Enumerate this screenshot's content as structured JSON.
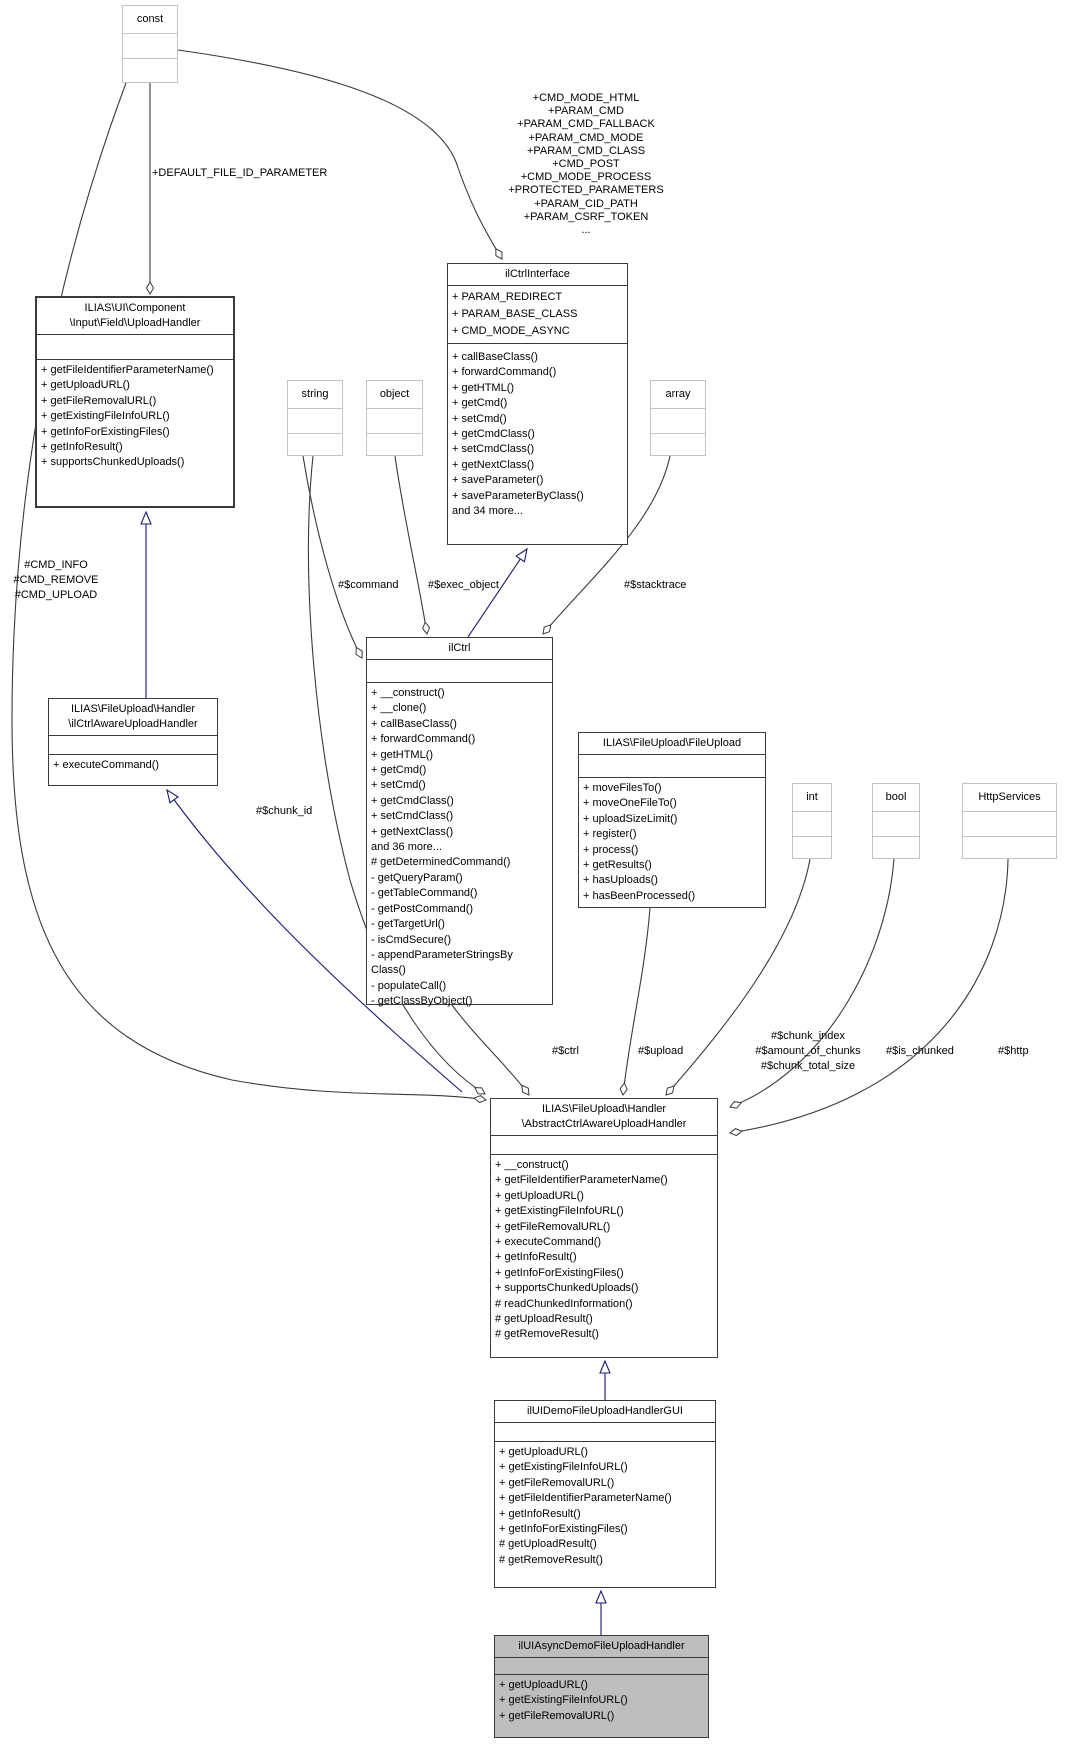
{
  "colors": {
    "association_edge": "#3a3a3a",
    "inheritance_edge": "#191970",
    "highlight_fill": "#bebebe"
  },
  "boxes": {
    "const_type": {
      "title": "const"
    },
    "string_type": {
      "title": "string"
    },
    "object_type": {
      "title": "object"
    },
    "array_type": {
      "title": "array"
    },
    "int_type": {
      "title": "int"
    },
    "bool_type": {
      "title": "bool"
    },
    "http_services_type": {
      "title": "HttpServices"
    },
    "upload_handler": {
      "title1": "ILIAS\\UI\\Component",
      "title2": "\\Input\\Field\\UploadHandler",
      "methods": [
        "+ getFileIdentifierParameterName()",
        "+ getUploadURL()",
        "+ getFileRemovalURL()",
        "+ getExistingFileInfoURL()",
        "+ getInfoForExistingFiles()",
        "+ getInfoResult()",
        "+ supportsChunkedUploads()"
      ]
    },
    "ilctrl_interface": {
      "title": "ilCtrlInterface",
      "attributes": [
        "+ PARAM_REDIRECT",
        "+ PARAM_BASE_CLASS",
        "+ CMD_MODE_ASYNC"
      ],
      "methods": [
        "+ callBaseClass()",
        "+ forwardCommand()",
        "+ getHTML()",
        "+ getCmd()",
        "+ setCmd()",
        "+ getCmdClass()",
        "+ setCmdClass()",
        "+ getNextClass()",
        "+ saveParameter()",
        "+ saveParameterByClass()",
        "and 34 more..."
      ]
    },
    "ilctrl_aware_upload_handler": {
      "title1": "ILIAS\\FileUpload\\Handler",
      "title2": "\\ilCtrlAwareUploadHandler",
      "methods": [
        "+ executeCommand()"
      ]
    },
    "ilctrl": {
      "title": "ilCtrl",
      "methods": [
        "+ __construct()",
        "+ __clone()",
        "+ callBaseClass()",
        "+ forwardCommand()",
        "+ getHTML()",
        "+ getCmd()",
        "+ setCmd()",
        "+ getCmdClass()",
        "+ setCmdClass()",
        "+ getNextClass()",
        "and 36 more...",
        "# getDeterminedCommand()",
        "- getQueryParam()",
        "- getTableCommand()",
        "- getPostCommand()",
        "- getTargetUrl()",
        "- isCmdSecure()",
        "- appendParameterStringsBy",
        "Class()",
        "- populateCall()",
        "- getClassByObject()"
      ]
    },
    "file_upload": {
      "title": "ILIAS\\FileUpload\\FileUpload",
      "methods": [
        "+ moveFilesTo()",
        "+ moveOneFileTo()",
        "+ uploadSizeLimit()",
        "+ register()",
        "+ process()",
        "+ getResults()",
        "+ hasUploads()",
        "+ hasBeenProcessed()"
      ]
    },
    "abstract_ctrl_aware_upload_handler": {
      "title1": "ILIAS\\FileUpload\\Handler",
      "title2": "\\AbstractCtrlAwareUploadHandler",
      "methods": [
        "+ __construct()",
        "+ getFileIdentifierParameterName()",
        "+ getUploadURL()",
        "+ getExistingFileInfoURL()",
        "+ getFileRemovalURL()",
        "+ executeCommand()",
        "+ getInfoResult()",
        "+ getInfoForExistingFiles()",
        "+ supportsChunkedUploads()",
        "# readChunkedInformation()",
        "# getUploadResult()",
        "# getRemoveResult()"
      ]
    },
    "demo_gui": {
      "title": "ilUIDemoFileUploadHandlerGUI",
      "methods": [
        "+ getUploadURL()",
        "+ getExistingFileInfoURL()",
        "+ getFileRemovalURL()",
        "+ getFileIdentifierParameterName()",
        "+ getInfoResult()",
        "+ getInfoForExistingFiles()",
        "# getUploadResult()",
        "# getRemoveResult()"
      ]
    },
    "async_handler": {
      "title": "ilUIAsyncDemoFileUploadHandler",
      "methods": [
        "+ getUploadURL()",
        "+ getExistingFileInfoURL()",
        "+ getFileRemovalURL()"
      ]
    }
  },
  "edge_labels": {
    "default_file_id": "+DEFAULT_FILE_ID_PARAMETER",
    "ilctrl_interface_consts": [
      "+CMD_MODE_HTML",
      "+PARAM_CMD",
      "+PARAM_CMD_FALLBACK",
      "+PARAM_CMD_MODE",
      "+PARAM_CMD_CLASS",
      "+CMD_POST",
      "+CMD_MODE_PROCESS",
      "+PROTECTED_PARAMETERS",
      "+PARAM_CID_PATH",
      "+PARAM_CSRF_TOKEN",
      "..."
    ],
    "abstract_consts": [
      "#CMD_INFO",
      "#CMD_REMOVE",
      "#CMD_UPLOAD"
    ],
    "command": "#$command",
    "exec_object": "#$exec_object",
    "stacktrace": "#$stacktrace",
    "chunk_id": "#$chunk_id",
    "ctrl": "#$ctrl",
    "upload": "#$upload",
    "chunk_info": [
      "#$chunk_index",
      "#$amount_of_chunks",
      "#$chunk_total_size"
    ],
    "is_chunked": "#$is_chunked",
    "http": "#$http"
  }
}
